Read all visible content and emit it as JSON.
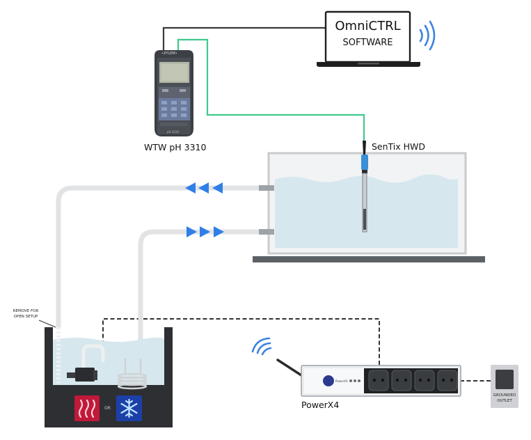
{
  "software": {
    "line1": "OmniCTRL",
    "line2": "SOFTWARE"
  },
  "meter": {
    "name": "WTW pH 3310",
    "brand": "•XYLEM•",
    "model_mark": "pH 3310"
  },
  "sensor": {
    "name": "SenTix HWD"
  },
  "bath": {
    "note_line1": "REMOVE FOR",
    "note_line2": "OPEN SETUP",
    "or_label": "OR"
  },
  "power_strip": {
    "name": "PowerX4",
    "brand_small": "PowerX4"
  },
  "outlet": {
    "line1": "GROUNDED",
    "line2": "OUTLET"
  },
  "colors": {
    "sensor_cable": "#3fc98d",
    "signal_cable": "#3a3a3a",
    "flow_arrows": "#2f7fe6",
    "wifi": "#3b82e0",
    "water": "#d6e7ee",
    "heater": "#c0193a",
    "cooler": "#1c3fa8"
  }
}
